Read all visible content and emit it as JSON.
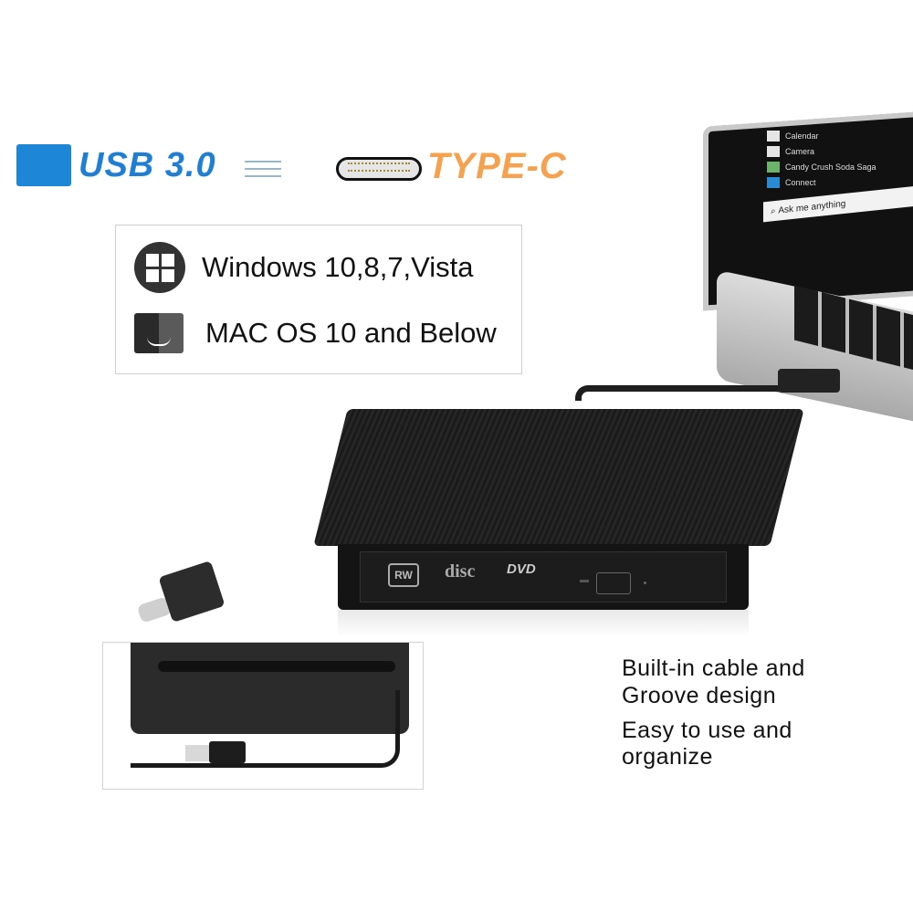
{
  "header": {
    "usb_label": "USB 3.0",
    "typec_label": "TYPE-C",
    "usb_color": "#1f7fd4",
    "typec_color": "#f6a14d"
  },
  "compatibility": {
    "items": [
      {
        "icon": "windows-icon",
        "label": "Windows 10,8,7,Vista"
      },
      {
        "icon": "mac-finder-icon",
        "label": "MAC OS 10 and Below"
      }
    ]
  },
  "laptop": {
    "start_menu": [
      "Calendar",
      "Camera",
      "Candy Crush Soda Saga",
      "Connect"
    ],
    "search_placeholder": "Ask me anything"
  },
  "drive": {
    "logos": [
      "RW",
      "disc",
      "DVD"
    ]
  },
  "features": {
    "line1": "Built-in cable and",
    "line2": "Groove design",
    "line3": "Easy to use and",
    "line4": "organize"
  }
}
